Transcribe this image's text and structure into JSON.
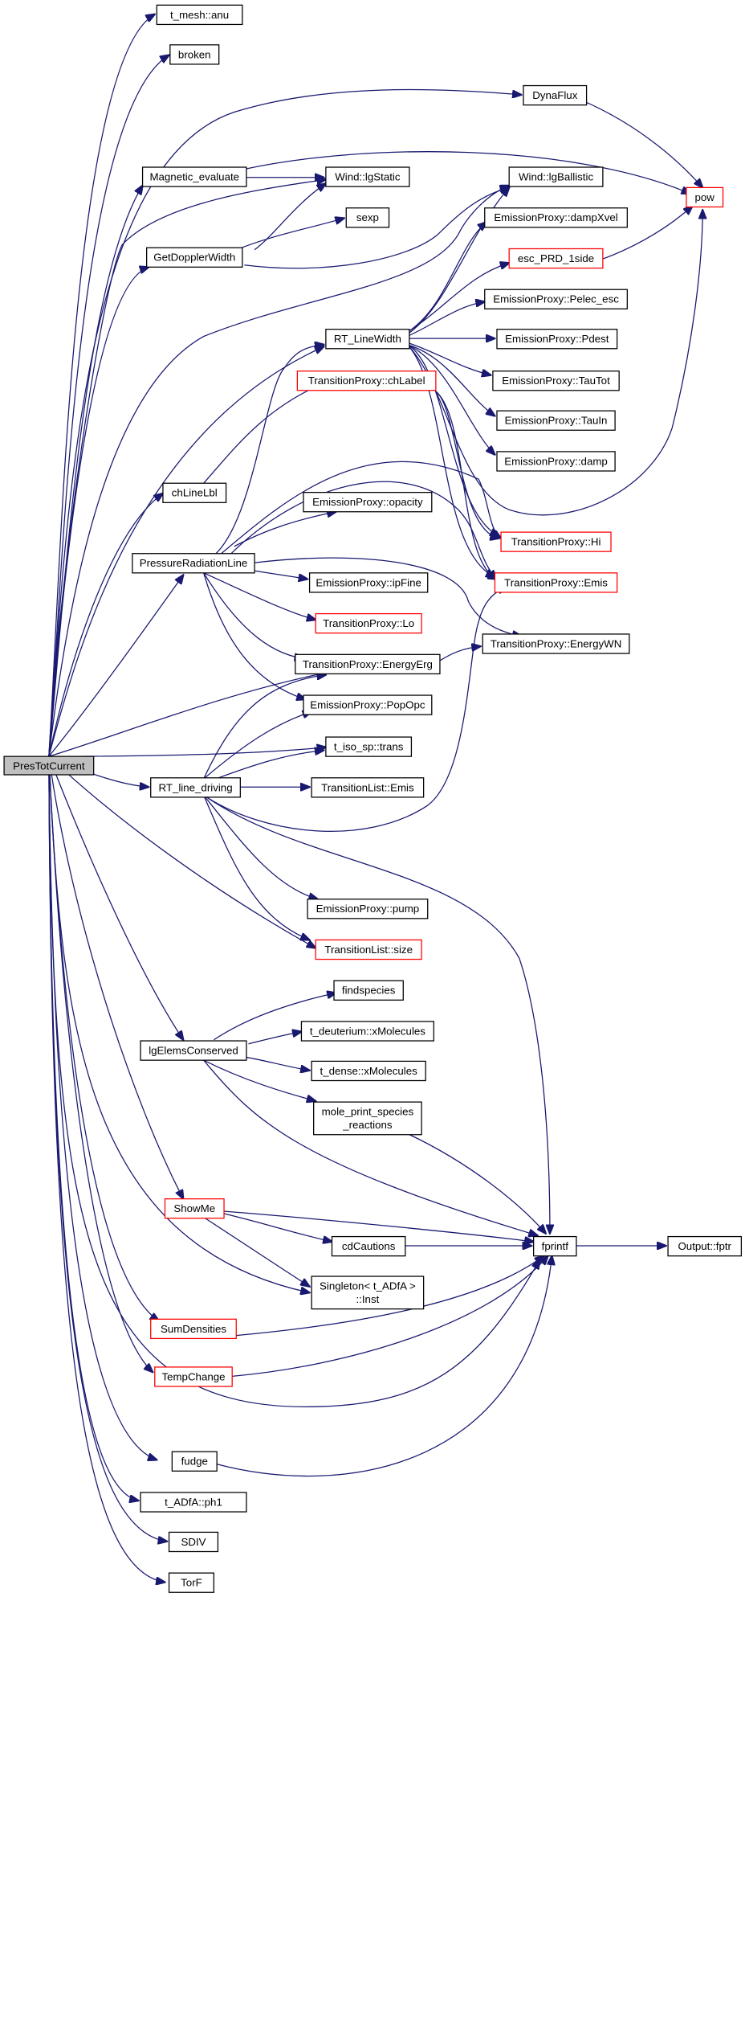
{
  "diagram": {
    "edge_color": "#191970",
    "highlight_color": "#ff0000",
    "nodes": [
      {
        "id": "PresTotCurrent",
        "label": "PresTotCurrent",
        "root": true
      },
      {
        "id": "t_mesh_anu",
        "label": "t_mesh::anu"
      },
      {
        "id": "broken",
        "label": "broken"
      },
      {
        "id": "DynaFlux",
        "label": "DynaFlux"
      },
      {
        "id": "pow",
        "label": "pow",
        "highlight": true
      },
      {
        "id": "Magnetic_evaluate",
        "label": "Magnetic_evaluate"
      },
      {
        "id": "Wind_lgStatic",
        "label": "Wind::lgStatic"
      },
      {
        "id": "Wind_lgBallistic",
        "label": "Wind::lgBallistic"
      },
      {
        "id": "EP_dampXvel",
        "label": "EmissionProxy::dampXvel"
      },
      {
        "id": "sexp",
        "label": "sexp"
      },
      {
        "id": "GetDopplerWidth",
        "label": "GetDopplerWidth"
      },
      {
        "id": "esc_PRD_1side",
        "label": "esc_PRD_1side",
        "highlight": true
      },
      {
        "id": "EP_Pelec_esc",
        "label": "EmissionProxy::Pelec_esc"
      },
      {
        "id": "RT_LineWidth",
        "label": "RT_LineWidth"
      },
      {
        "id": "EP_Pdest",
        "label": "EmissionProxy::Pdest"
      },
      {
        "id": "TP_chLabel",
        "label": "TransitionProxy::chLabel",
        "highlight": true
      },
      {
        "id": "EP_TauTot",
        "label": "EmissionProxy::TauTot"
      },
      {
        "id": "EP_TauIn",
        "label": "EmissionProxy::TauIn"
      },
      {
        "id": "EP_damp",
        "label": "EmissionProxy::damp"
      },
      {
        "id": "chLineLbl",
        "label": "chLineLbl"
      },
      {
        "id": "EP_opacity",
        "label": "EmissionProxy::opacity"
      },
      {
        "id": "TP_Hi",
        "label": "TransitionProxy::Hi",
        "highlight": true
      },
      {
        "id": "PressureRadiationLine",
        "label": "PressureRadiationLine"
      },
      {
        "id": "TP_Emis",
        "label": "TransitionProxy::Emis",
        "highlight": true
      },
      {
        "id": "EP_ipFine",
        "label": "EmissionProxy::ipFine"
      },
      {
        "id": "TP_Lo",
        "label": "TransitionProxy::Lo",
        "highlight": true
      },
      {
        "id": "TP_EnergyWN",
        "label": "TransitionProxy::EnergyWN"
      },
      {
        "id": "TP_EnergyErg",
        "label": "TransitionProxy::EnergyErg"
      },
      {
        "id": "EP_PopOpc",
        "label": "EmissionProxy::PopOpc"
      },
      {
        "id": "t_iso_sp_trans",
        "label": "t_iso_sp::trans"
      },
      {
        "id": "RT_line_driving",
        "label": "RT_line_driving"
      },
      {
        "id": "TL_Emis",
        "label": "TransitionList::Emis"
      },
      {
        "id": "EP_pump",
        "label": "EmissionProxy::pump"
      },
      {
        "id": "TL_size",
        "label": "TransitionList::size",
        "highlight": true
      },
      {
        "id": "findspecies",
        "label": "findspecies"
      },
      {
        "id": "t_deut_xMol",
        "label": "t_deuterium::xMolecules"
      },
      {
        "id": "lgElemsConserved",
        "label": "lgElemsConserved"
      },
      {
        "id": "t_dense_xMol",
        "label": "t_dense::xMolecules"
      },
      {
        "id": "mole_print",
        "label": "mole_print_species\n_reactions"
      },
      {
        "id": "ShowMe",
        "label": "ShowMe",
        "highlight": true
      },
      {
        "id": "cdCautions",
        "label": "cdCautions"
      },
      {
        "id": "fprintf",
        "label": "fprintf"
      },
      {
        "id": "Output_fptr",
        "label": "Output::fptr"
      },
      {
        "id": "Singleton_Inst",
        "label": "Singleton< t_ADfA >\n::Inst"
      },
      {
        "id": "SumDensities",
        "label": "SumDensities",
        "highlight": true
      },
      {
        "id": "TempChange",
        "label": "TempChange",
        "highlight": true
      },
      {
        "id": "fudge",
        "label": "fudge"
      },
      {
        "id": "t_ADfA_ph1",
        "label": "t_ADfA::ph1"
      },
      {
        "id": "SDIV",
        "label": "SDIV"
      },
      {
        "id": "TorF",
        "label": "TorF"
      }
    ]
  }
}
